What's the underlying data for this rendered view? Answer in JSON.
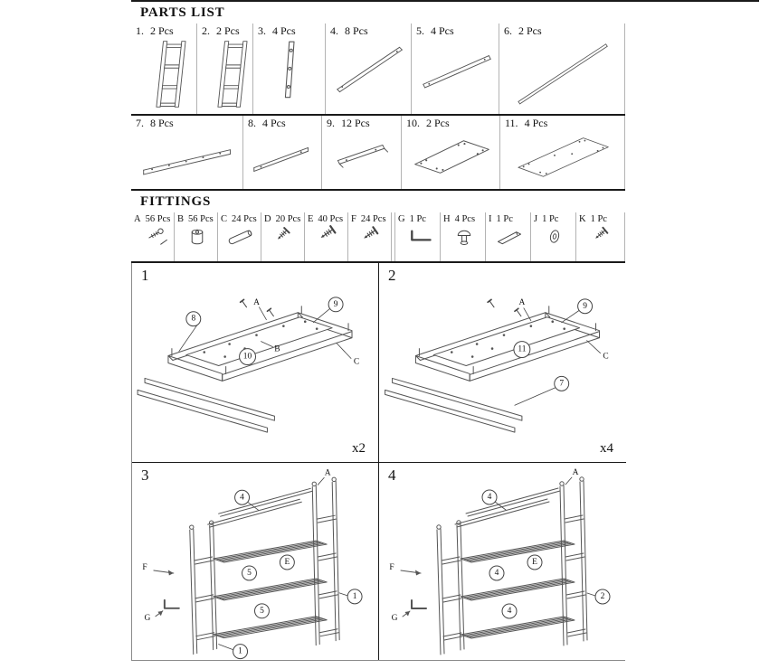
{
  "parts_list": {
    "title": "PARTS LIST",
    "rows": [
      [
        {
          "num": "1.",
          "qty": "2 Pcs"
        },
        {
          "num": "2.",
          "qty": "2 Pcs"
        },
        {
          "num": "3.",
          "qty": "4 Pcs"
        },
        {
          "num": "4.",
          "qty": "8 Pcs"
        },
        {
          "num": "5.",
          "qty": "4 Pcs"
        },
        {
          "num": "6.",
          "qty": "2 Pcs"
        }
      ],
      [
        {
          "num": "7.",
          "qty": "8 Pcs"
        },
        {
          "num": "8.",
          "qty": "4 Pcs"
        },
        {
          "num": "9.",
          "qty": "12 Pcs"
        },
        {
          "num": "10.",
          "qty": "2 Pcs"
        },
        {
          "num": "11.",
          "qty": "4 Pcs"
        }
      ]
    ]
  },
  "fittings": {
    "title": "FITTINGS",
    "items": [
      {
        "letter": "A",
        "qty": "56 Pcs"
      },
      {
        "letter": "B",
        "qty": "56 Pcs"
      },
      {
        "letter": "C",
        "qty": "24 Pcs"
      },
      {
        "letter": "D",
        "qty": "20 Pcs"
      },
      {
        "letter": "E",
        "qty": "40 Pcs"
      },
      {
        "letter": "F",
        "qty": "24 Pcs"
      },
      {
        "letter": "G",
        "qty": "1 Pc"
      },
      {
        "letter": "H",
        "qty": "4 Pcs"
      },
      {
        "letter": "I",
        "qty": "1 Pc"
      },
      {
        "letter": "J",
        "qty": "1 Pc"
      },
      {
        "letter": "K",
        "qty": "1 Pc"
      }
    ]
  },
  "steps": [
    {
      "num": "1",
      "repeat": "x2",
      "labels": [
        "8",
        "A",
        "9",
        "B",
        "10",
        "C"
      ]
    },
    {
      "num": "2",
      "repeat": "x4",
      "labels": [
        "A",
        "9",
        "11",
        "C",
        "7"
      ]
    },
    {
      "num": "3",
      "repeat": "",
      "labels": [
        "4",
        "A",
        "F",
        "5",
        "E",
        "1",
        "G",
        "5",
        "1"
      ]
    },
    {
      "num": "4",
      "repeat": "",
      "labels": [
        "4",
        "A",
        "F",
        "4",
        "E",
        "2",
        "G",
        "4"
      ]
    }
  ]
}
